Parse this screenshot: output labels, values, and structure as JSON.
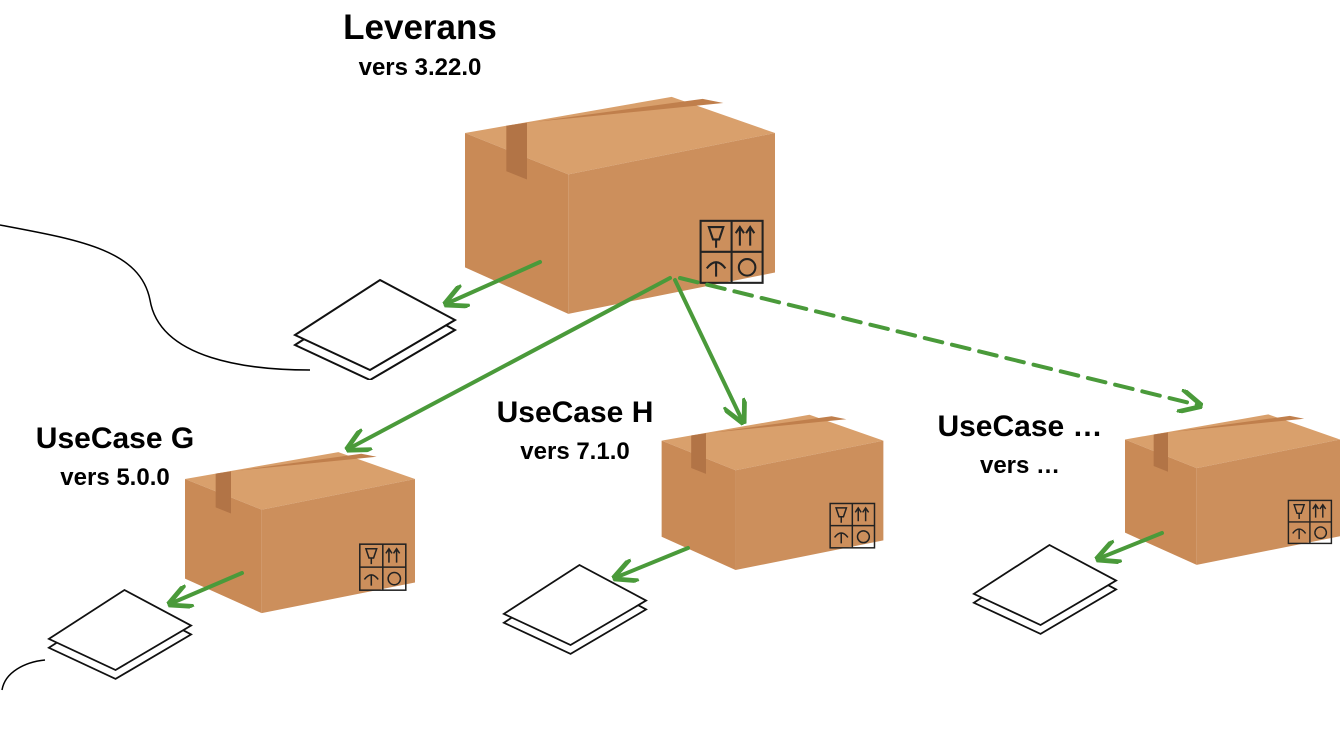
{
  "main_package": {
    "title": "Leverans",
    "version": "vers 3.22.0"
  },
  "packages": [
    {
      "title": "UseCase G",
      "version": "vers 5.0.0"
    },
    {
      "title": "UseCase H",
      "version": "vers 7.1.0"
    },
    {
      "title": "UseCase …",
      "version": "vers …"
    }
  ],
  "colors": {
    "arrow": "#4a9a3a",
    "box_front": "#cc8f5c",
    "box_side": "#b8784a",
    "box_top": "#d9a06c",
    "tape": "#b27446"
  },
  "icons": [
    "box-icon",
    "document-icon",
    "arrow-icon",
    "dashed-arrow-icon"
  ]
}
